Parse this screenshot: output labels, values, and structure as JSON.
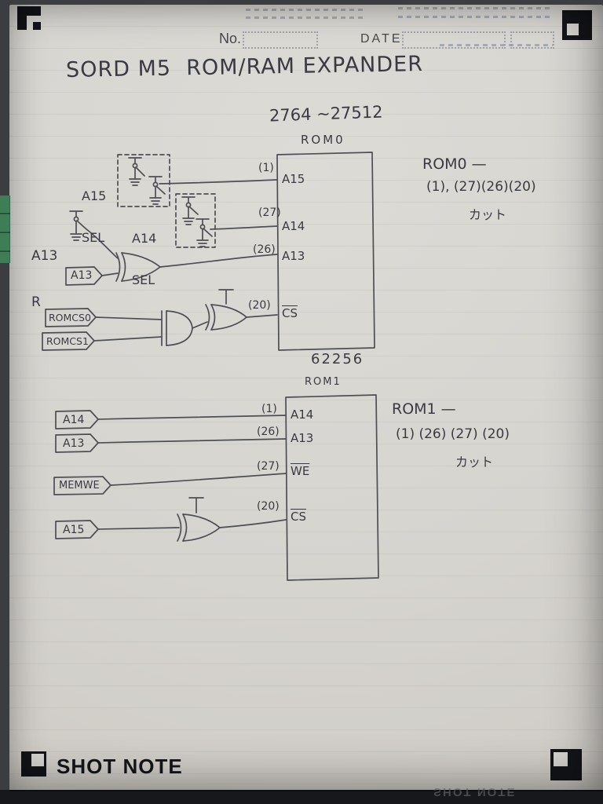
{
  "header": {
    "no_label": "No.",
    "date_label": "DATE"
  },
  "title": "SORD M5  ROM/RAM EXPANDER",
  "rom0": {
    "chip_range": "2764 ~27512",
    "chip_name": "ROM0",
    "pins": [
      {
        "num": "(1)",
        "name": "A15"
      },
      {
        "num": "(27)",
        "name": "A14"
      },
      {
        "num": "(26)",
        "name": "A13"
      },
      {
        "num": "(20)",
        "name": "CS"
      }
    ],
    "switch_a15": {
      "line1": "A15",
      "line2": "SEL"
    },
    "switch_a14": {
      "line1": "A14",
      "line2": "SEL"
    },
    "switch_a13": {
      "line1": "A13",
      "line2": "R"
    },
    "tag_a13": "A13",
    "tag_romcs0": "ROMCS0",
    "tag_romcs1": "ROMCS1",
    "note_head": "ROM0 —",
    "note_pins": "(1), (27)(26)(20)",
    "note_cut": "カット"
  },
  "rom1": {
    "chip_range": "62256",
    "chip_name": "ROM1",
    "pins": [
      {
        "num": "(1)",
        "name": "A14"
      },
      {
        "num": "(26)",
        "name": "A13"
      },
      {
        "num": "(27)",
        "name": "WE"
      },
      {
        "num": "(20)",
        "name": "CS"
      }
    ],
    "tags": [
      "A14",
      "A13",
      "MEMWE",
      "A15"
    ],
    "note_head": "ROM1 —",
    "note_pins": "(1) (26) (27) (20)",
    "note_cut": "カット"
  },
  "footer": {
    "brand": "SHOT NOTE"
  }
}
